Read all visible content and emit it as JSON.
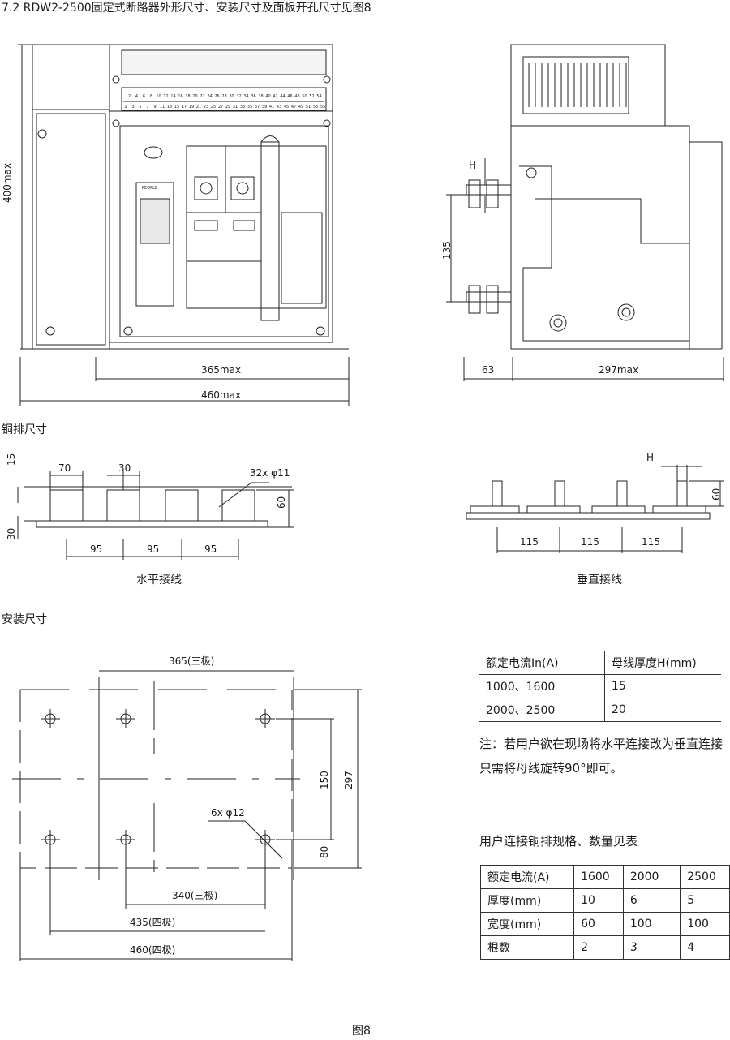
{
  "title": "7.2  RDW2-2500固定式断路器外形尺寸、安装尺寸及面板开孔尺寸见图8",
  "front_view": {
    "height": "400max",
    "width_body": "365max",
    "width_total": "460max",
    "terminals_top": [
      "2",
      "4",
      "6",
      "8",
      "10",
      "12",
      "14",
      "16",
      "18",
      "20",
      "22",
      "24",
      "26",
      "28",
      "30",
      "32",
      "34",
      "36",
      "38",
      "40",
      "42",
      "44",
      "46",
      "48",
      "50",
      "52",
      "54"
    ],
    "terminals_bottom": [
      "1",
      "3",
      "5",
      "7",
      "9",
      "11",
      "13",
      "15",
      "17",
      "19",
      "21",
      "23",
      "25",
      "27",
      "29",
      "31",
      "33",
      "35",
      "37",
      "39",
      "41",
      "43",
      "45",
      "47",
      "49",
      "51",
      "53",
      "55"
    ],
    "brand": "PEOPLE"
  },
  "side_view": {
    "h_label": "H",
    "spacing": "135",
    "front": "63",
    "depth": "297max"
  },
  "busbar": {
    "heading": "铜排尺寸",
    "horizontal": {
      "thickness": "15",
      "width": "70",
      "gap": "30",
      "holes": "32x φ11",
      "height": "60",
      "offset": "30",
      "pitch": [
        "95",
        "95",
        "95"
      ],
      "caption": "水平接线"
    },
    "vertical": {
      "h_label": "H",
      "height": "60",
      "pitch": [
        "115",
        "115",
        "115"
      ],
      "caption": "垂直接线"
    }
  },
  "install": {
    "heading": "安装尺寸",
    "dims": {
      "top": "365(三极)",
      "vertical_mid": "150",
      "vertical_total": "297",
      "holes": "6x φ12",
      "bottom_offset": "80",
      "w340": "340(三极)",
      "w435": "435(四极)",
      "w460": "460(四极)"
    }
  },
  "thickness_table": {
    "headers": [
      "额定电流In(A)",
      "母线厚度H(mm)"
    ],
    "rows": [
      [
        "1000、1600",
        "15"
      ],
      [
        "2000、2500",
        "20"
      ]
    ]
  },
  "note": "注：若用户欲在现场将水平连接改为垂直连接只需将母线旋转90°即可。",
  "spec_title": "用户连接铜排规格、数量见表",
  "spec_table": {
    "rows": [
      [
        "额定电流(A)",
        "1600",
        "2000",
        "2500"
      ],
      [
        "厚度(mm)",
        "10",
        "6",
        "5"
      ],
      [
        "宽度(mm)",
        "60",
        "100",
        "100"
      ],
      [
        "根数",
        "2",
        "3",
        "4"
      ]
    ]
  },
  "figure_caption": "图8"
}
